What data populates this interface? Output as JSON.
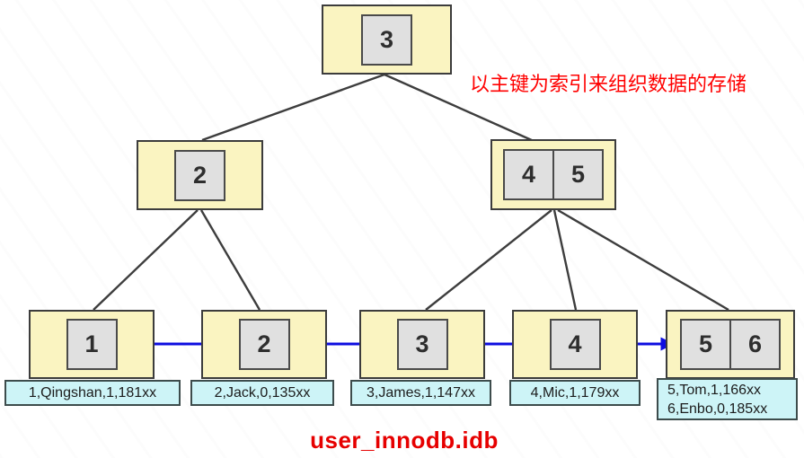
{
  "annotation": "以主键为索引来组织数据的存储",
  "file_title": "user_innodb.idb",
  "tree": {
    "type": "b+tree-clustered-index",
    "root": {
      "keys": [
        "3"
      ]
    },
    "internal": [
      {
        "keys": [
          "2"
        ]
      },
      {
        "keys": [
          "4",
          "5"
        ]
      }
    ],
    "leaves": [
      {
        "keys": [
          "1"
        ],
        "records": [
          "1,Qingshan,1,181xx"
        ]
      },
      {
        "keys": [
          "2"
        ],
        "records": [
          "2,Jack,0,135xx"
        ]
      },
      {
        "keys": [
          "3"
        ],
        "records": [
          "3,James,1,147xx"
        ]
      },
      {
        "keys": [
          "4"
        ],
        "records": [
          "4,Mic,1,179xx"
        ]
      },
      {
        "keys": [
          "5",
          "6"
        ],
        "records": [
          "5,Tom,1,166xx",
          "6,Enbo,0,185xx"
        ]
      }
    ]
  },
  "colors": {
    "node_fill": "#FAF4C1",
    "node_border": "#3C3C3C",
    "key_cell_fill": "#E0E0E0",
    "key_cell_border": "#4A4A4A",
    "record_fill": "#CDF4F7",
    "record_border": "#3D4C4C",
    "leaf_link_arrow": "#0D0DE0",
    "edge_line": "#3D3D3D",
    "annotation_text": "#FF0000",
    "title_text": "#E60000"
  }
}
